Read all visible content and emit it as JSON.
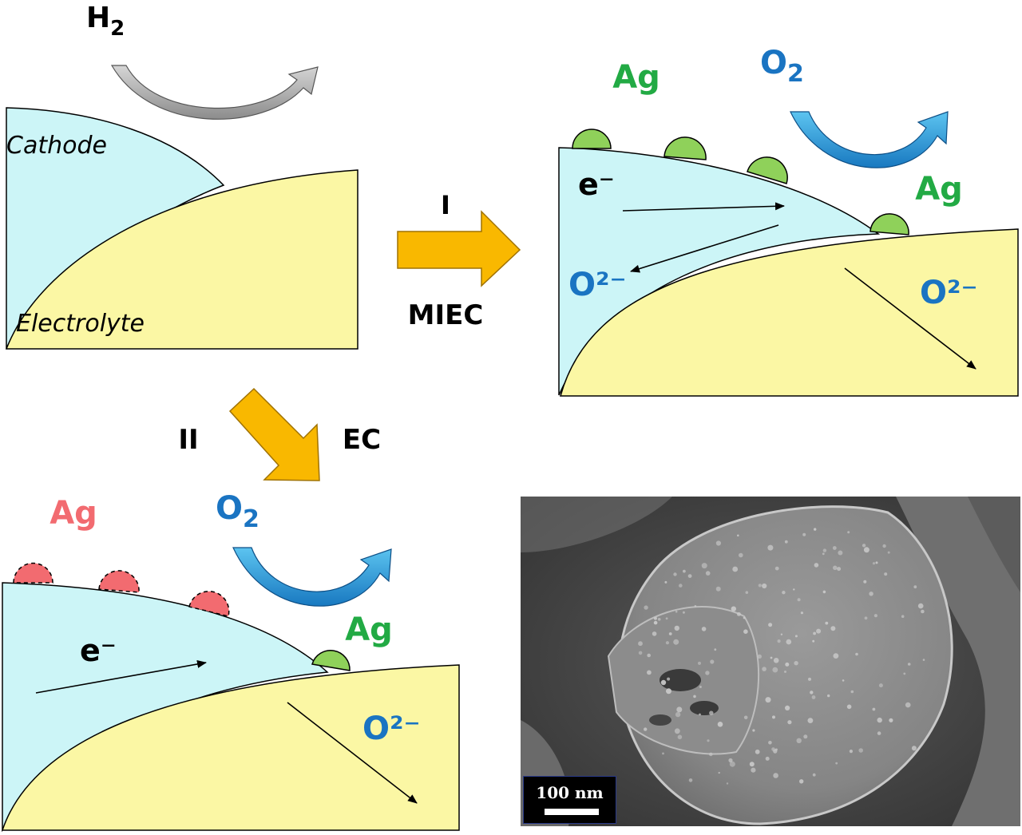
{
  "colors": {
    "cathode": "#ccf5f7",
    "electrolyte": "#fbf7a4",
    "ag_green": "#22aa44",
    "ag_particle_green": "#8fd15a",
    "ag_red": "#f26b70",
    "o2_blue": "#1a74c2",
    "arrow_orange": "#f9b800",
    "h2_arrow_gray": "#a8a8a8",
    "o2_arrow_blue": "#2a9ad6"
  },
  "panel_initial": {
    "gas_label": "H",
    "gas_sub": "2",
    "cathode_label": "Cathode",
    "electrolyte_label": "Electrolyte"
  },
  "path_I": {
    "roman": "I",
    "mechanism": "MIEC"
  },
  "path_II": {
    "roman": "II",
    "mechanism": "EC"
  },
  "panel_miec": {
    "ag_top": "Ag",
    "ag_side": "Ag",
    "o2_main": "O",
    "o2_sub": "2",
    "electron": "e⁻",
    "oxide_cathode": "O²⁻",
    "oxide_electrolyte": "O²⁻"
  },
  "panel_ec": {
    "ag_red": "Ag",
    "ag_green": "Ag",
    "o2_main": "O",
    "o2_sub": "2",
    "electron": "e⁻",
    "oxide_electrolyte": "O²⁻"
  },
  "sem_image": {
    "scale_label": "100 nm"
  }
}
